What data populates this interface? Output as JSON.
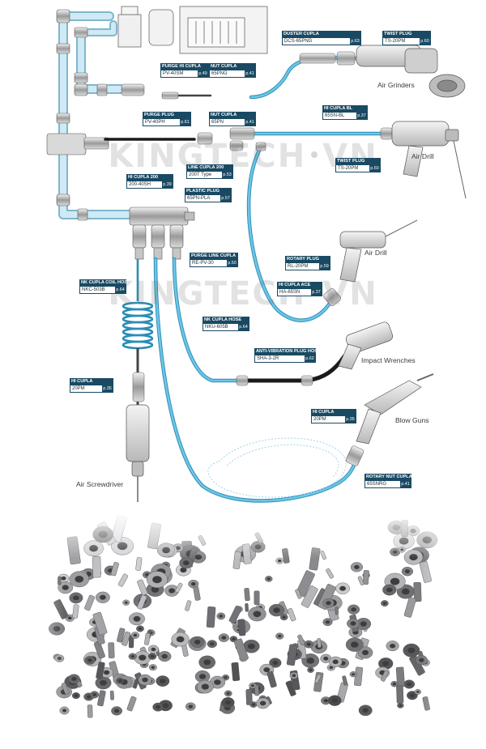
{
  "callouts": [
    {
      "id": "duster-cupla",
      "title": "DUSTER CUPLA",
      "code": "DCS-65PNG",
      "page": "p.63"
    },
    {
      "id": "twist-plug-top",
      "title": "TWIST PLUG",
      "code": "TS-20PM",
      "page": "p.60"
    },
    {
      "id": "purge-hi-cupla",
      "title": "PURGE HI CUPLA",
      "code": "PV-40SM",
      "page": "p.49"
    },
    {
      "id": "nut-cupla-top",
      "title": "NUT CUPLA",
      "code": "65PNG",
      "page": "p.41"
    },
    {
      "id": "purge-plug",
      "title": "PURGE PLUG",
      "code": "PV-40PH",
      "page": "p.61"
    },
    {
      "id": "nut-cupla-mid",
      "title": "NUT CUPLA",
      "code": "65PN",
      "page": "p.41"
    },
    {
      "id": "hi-cupla-bl",
      "title": "HI CUPLA BL",
      "code": "65SN-BL",
      "page": "p.37"
    },
    {
      "id": "line-cupla-200",
      "title": "LINE CUPLA 200",
      "code": "200T Type",
      "page": "p.53"
    },
    {
      "id": "hi-cupla-200",
      "title": "HI CUPLA 200",
      "code": "200-40SH",
      "page": "p.39"
    },
    {
      "id": "twist-plug-mid",
      "title": "TWIST PLUG",
      "code": "TS-20PM",
      "page": "p.60"
    },
    {
      "id": "plastic-plug",
      "title": "PLASTIC PLUG",
      "code": "65PN-PLA",
      "page": "p.57"
    },
    {
      "id": "purge-line-cupla",
      "title": "PURGE LINE CUPLA",
      "code": "RE-PV-30",
      "page": "p.50"
    },
    {
      "id": "rotary-plug",
      "title": "ROTARY PLUG",
      "code": "RL-20PM",
      "page": "p.59"
    },
    {
      "id": "nk-cupla-coil-hose",
      "title": "NK CUPLA COIL HOSE",
      "code": "NKC-503B",
      "page": "p.64"
    },
    {
      "id": "hi-cupla-ace",
      "title": "HI CUPLA ACE",
      "code": "HA-65SN",
      "page": "p.37"
    },
    {
      "id": "nk-cupla-hose",
      "title": "NK CUPLA HOSE",
      "code": "NKU-605B",
      "page": "p.64"
    },
    {
      "id": "anti-vibration-plug-hose",
      "title": "ANTI-VIBRATION PLUG HOSE",
      "code": "SHA-3-2R",
      "page": "p.62"
    },
    {
      "id": "hi-cupla-left",
      "title": "HI CUPLA",
      "code": "20PM",
      "page": "p.35"
    },
    {
      "id": "hi-cupla-right",
      "title": "HI CUPLA",
      "code": "20PM",
      "page": "p.35"
    },
    {
      "id": "rotary-nut-cupla",
      "title": "ROTARY NUT CUPLA",
      "code": "65SNRG",
      "page": "p.41"
    }
  ],
  "tools": [
    {
      "id": "air-grinders",
      "label": "Air Grinders"
    },
    {
      "id": "air-drill-top",
      "label": "Air Drill"
    },
    {
      "id": "air-drill-mid",
      "label": "Air Drill"
    },
    {
      "id": "impact-wrenches",
      "label": "Impact Wrenches"
    },
    {
      "id": "blow-guns",
      "label": "Blow Guns"
    },
    {
      "id": "air-screwdriver",
      "label": "Air Screwdriver"
    }
  ],
  "watermarks": [
    {
      "left": "KINGTECH",
      "right": "VN"
    },
    {
      "left": "KINGTECH",
      "right": "VN"
    }
  ],
  "colors": {
    "callout_header": "#1a4a63",
    "hose_blue": "#4fb6dc",
    "pipe_blue": "#bfe4f1",
    "anti_vibration_hose": "#222222"
  }
}
